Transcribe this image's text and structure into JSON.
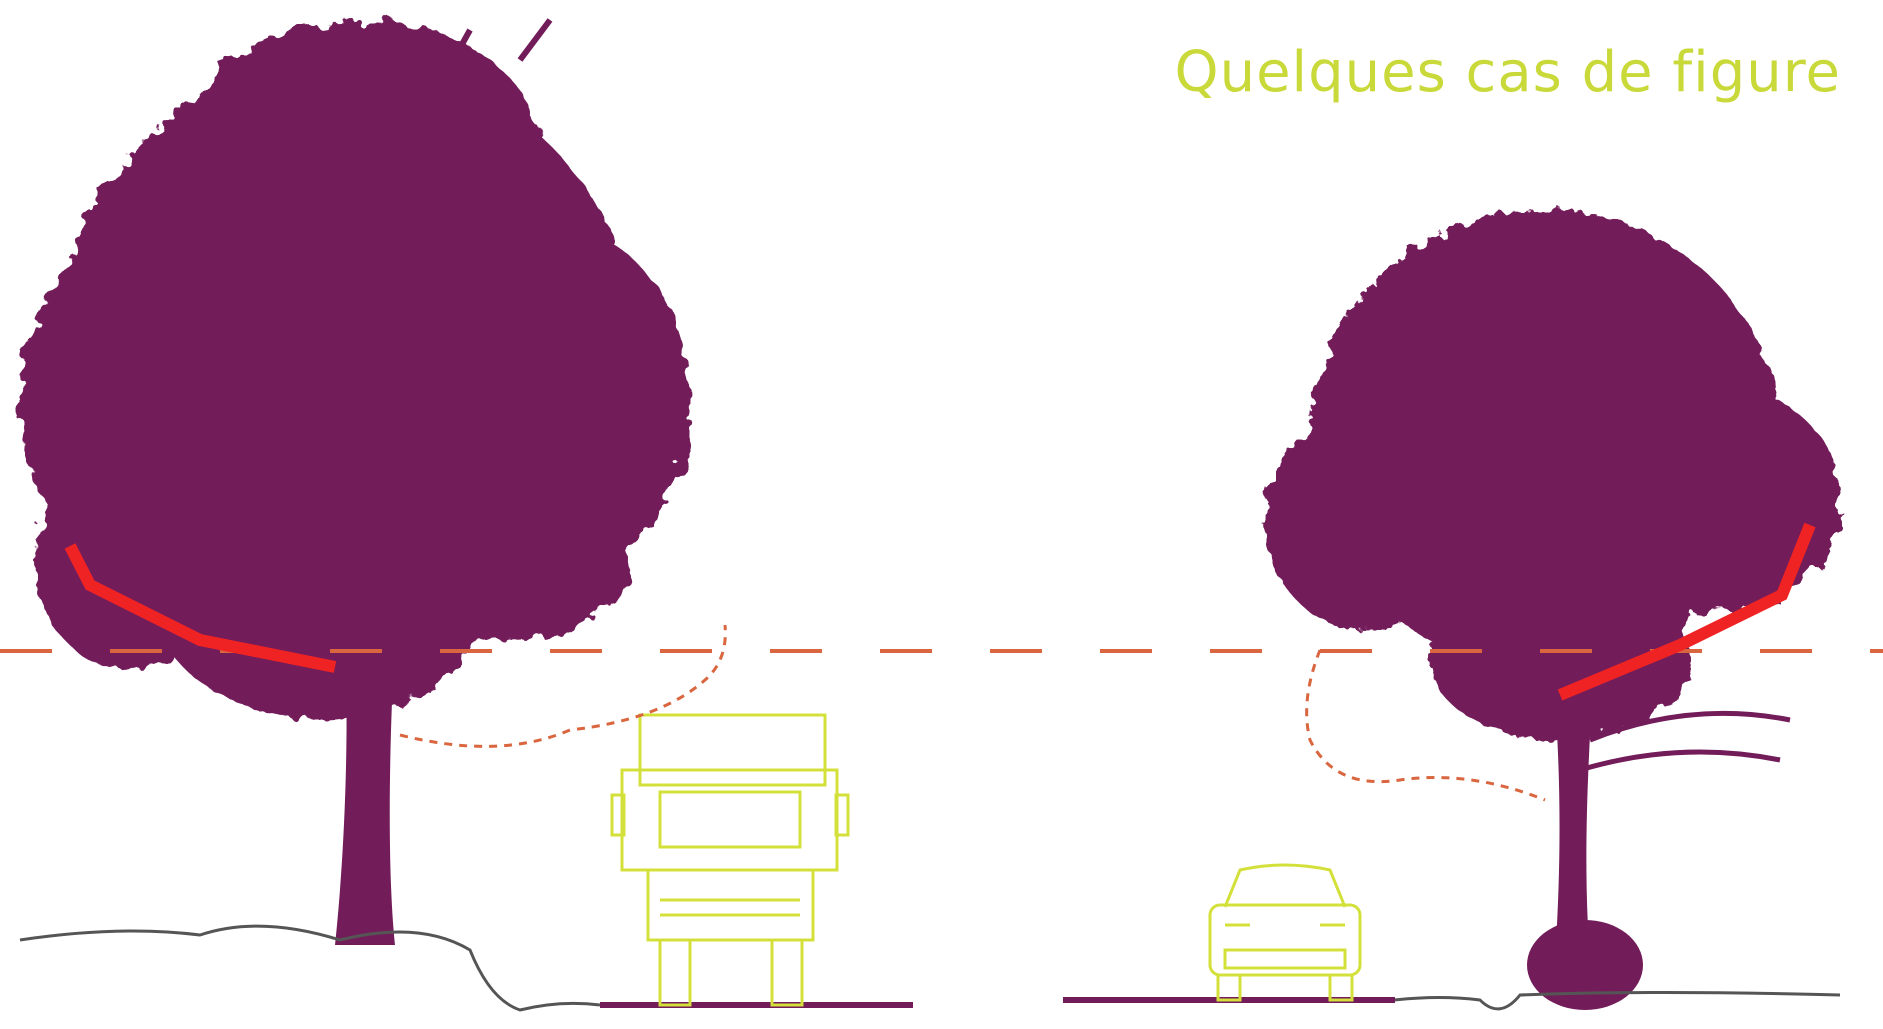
{
  "title": "Quelques cas de figure",
  "colors": {
    "tree": "#731c5a",
    "vehicle": "#d4e03a",
    "title": "#c9d93a",
    "red_line": "#ef2323",
    "dashed_line": "#d9663f",
    "ground": "#731c5a",
    "grass": "#555555"
  },
  "scenes": [
    {
      "tree": "large-tree",
      "vehicle": "truck-front-view"
    },
    {
      "tree": "medium-tree",
      "vehicle": "car-front-view"
    }
  ]
}
